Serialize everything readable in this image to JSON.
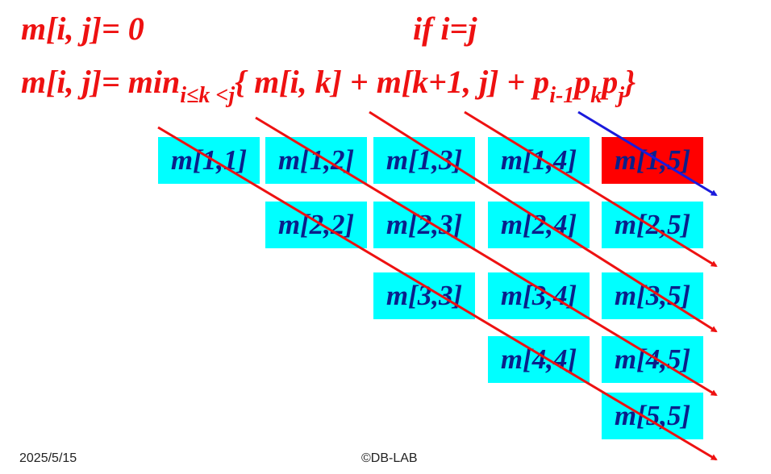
{
  "formula_base": {
    "lhs": "m[i, j]= 0",
    "cond": "if   i=j"
  },
  "formula_rec": {
    "lhs": "m[i, j]= min",
    "min_sub": "i≤k <j",
    "body": "{ m[i, k] + m[k+1, j] + p",
    "p1_sub": "i-1",
    "p2": "p",
    "p2_sub": "k",
    "p3": "p",
    "p3_sub": "j",
    "close": "}"
  },
  "cells": [
    {
      "label": "m[1,1]",
      "row": 1,
      "col": 1
    },
    {
      "label": "m[1,2]",
      "row": 1,
      "col": 2
    },
    {
      "label": "m[1,3]",
      "row": 1,
      "col": 3
    },
    {
      "label": "m[1,4]",
      "row": 1,
      "col": 4
    },
    {
      "label": "m[1,5]",
      "row": 1,
      "col": 5,
      "highlight": true
    },
    {
      "label": "m[2,2]",
      "row": 2,
      "col": 2
    },
    {
      "label": "m[2,3]",
      "row": 2,
      "col": 3
    },
    {
      "label": "m[2,4]",
      "row": 2,
      "col": 4
    },
    {
      "label": "m[2,5]",
      "row": 2,
      "col": 5
    },
    {
      "label": "m[3,3]",
      "row": 3,
      "col": 3
    },
    {
      "label": "m[3,4]",
      "row": 3,
      "col": 4
    },
    {
      "label": "m[3,5]",
      "row": 3,
      "col": 5
    },
    {
      "label": "m[4,4]",
      "row": 4,
      "col": 4
    },
    {
      "label": "m[4,5]",
      "row": 4,
      "col": 5
    },
    {
      "label": "m[5,5]",
      "row": 5,
      "col": 5
    }
  ],
  "diagonals": [
    {
      "offset": 0,
      "color": "#ee1111"
    },
    {
      "offset": 1,
      "color": "#ee1111"
    },
    {
      "offset": 2,
      "color": "#ee1111"
    },
    {
      "offset": 3,
      "color": "#ee1111"
    },
    {
      "offset": 4,
      "color": "#1a1adc"
    }
  ],
  "colors": {
    "cell": "#00ffff",
    "highlight": "#ff0000",
    "cell_text": "#0a1f8a",
    "formula": "#ee1111"
  },
  "footer": {
    "date": "2025/5/15",
    "credit": "©DB-LAB"
  }
}
